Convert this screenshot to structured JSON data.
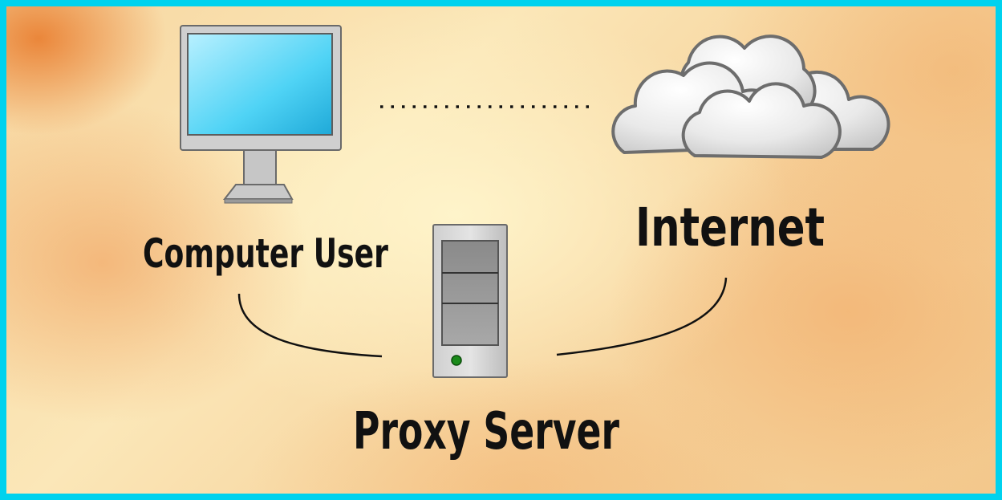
{
  "nodes": {
    "user": {
      "label": "Computer User",
      "icon": "computer-monitor-icon"
    },
    "internet": {
      "label": "Internet",
      "icon": "cloud-icon"
    },
    "proxy": {
      "label": "Proxy Server",
      "icon": "server-tower-icon"
    }
  },
  "colors": {
    "border": "#00d2ee",
    "screen": "#4fd3f5",
    "label": "#111111",
    "server_led": "#1a8a1a"
  }
}
